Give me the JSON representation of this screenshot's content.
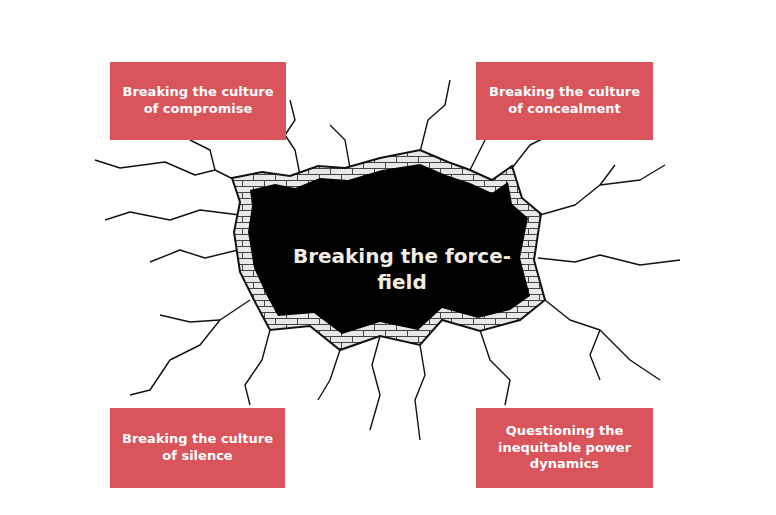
{
  "diagram": {
    "nodes": [
      {
        "text": [
          "Breaking the culture of compromise"
        ]
      },
      {
        "text": [
          "Breaking the culture of concealment"
        ]
      },
      {
        "text": [
          "Breaking the force-field"
        ]
      },
      {
        "text": [
          "Breaking the culture of silence"
        ]
      },
      {
        "text": [
          "Questioning the inequitable power dynamics"
        ]
      }
    ]
  }
}
